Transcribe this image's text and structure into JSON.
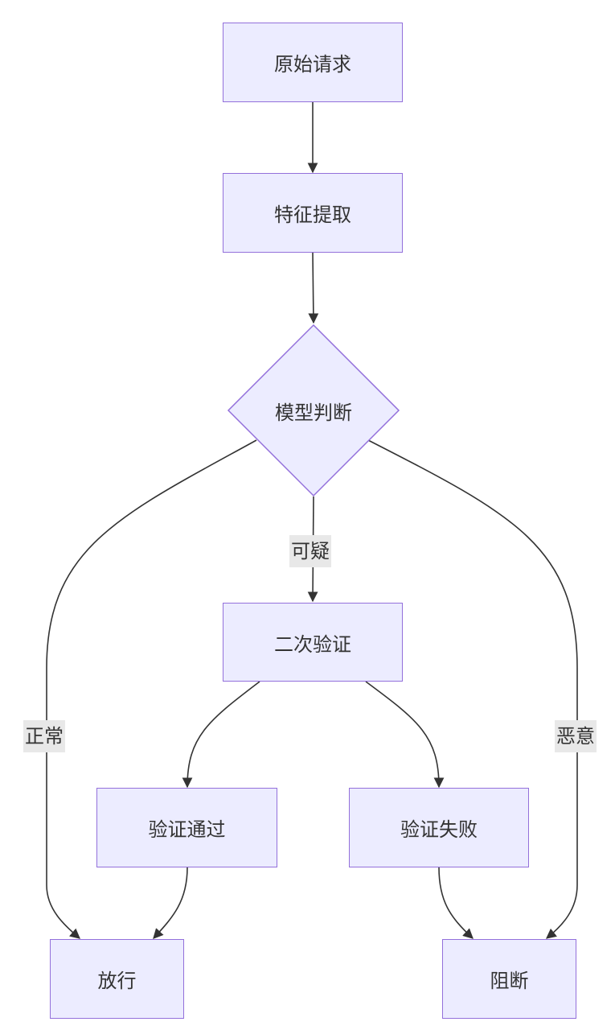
{
  "nodes": {
    "original_request": "原始请求",
    "feature_extraction": "特征提取",
    "model_judgment": "模型判断",
    "second_verification": "二次验证",
    "verification_passed": "验证通过",
    "verification_failed": "验证失败",
    "allow": "放行",
    "block": "阻断"
  },
  "edge_labels": {
    "suspicious": "可疑",
    "normal": "正常",
    "malicious": "恶意"
  },
  "colors": {
    "node_fill": "#ECECFF",
    "node_stroke": "#9370DB",
    "edge": "#333333",
    "edge_label_bg": "#e8e8e8"
  }
}
